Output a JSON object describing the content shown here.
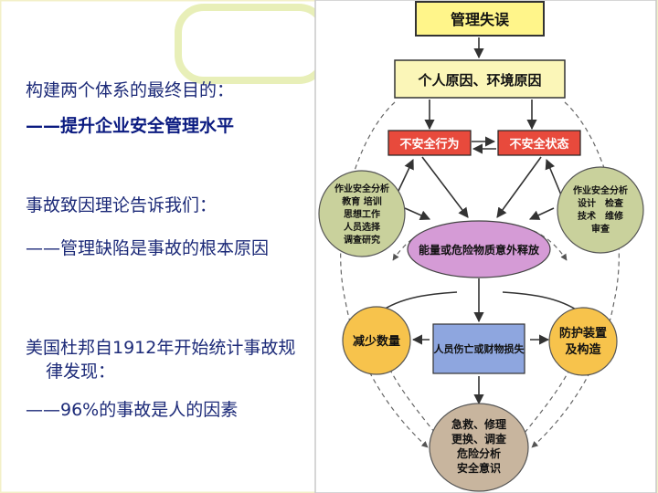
{
  "left_panel": {
    "p1_heading": "构建两个体系的最终目的：",
    "p1_point": "——提升企业安全管理水平",
    "p2_heading": "事故致因理论告诉我们：",
    "p2_point": "——管理缺陷是事故的根本原因",
    "p3_heading_line1": "美国杜邦自1912年开始统计事故规",
    "p3_heading_line2": "律发现：",
    "p3_point": "——96%的事故是人的因素"
  },
  "diagram": {
    "top_box": "管理失误",
    "causes_box": "个人原因、环境原因",
    "unsafe_act": "不安全行为",
    "unsafe_state": "不安全状态",
    "left_circle": [
      "作业安全分析",
      "教育 培训",
      "思想工作",
      "人员选择",
      "调查研究"
    ],
    "right_circle": [
      "作业安全分析",
      "设计　检查",
      "技术　维修",
      "审查"
    ],
    "center_ellipse": "能量或危险物质意外释放",
    "reduce_circle": "减少数量",
    "protect_circle": [
      "防护装置",
      "及构造"
    ],
    "damage_box": "人员伤亡或财物损失",
    "bottom_circle": [
      "急救、修理",
      "更换、调查",
      "危险分析",
      "安全意识"
    ]
  },
  "colors": {
    "yellow_box": "#fff58a",
    "causes_box": "#fbf6b8",
    "red_box": "#e84a3c",
    "olive_circle": "#c9d19c",
    "purple_ellipse": "#d59bd6",
    "orange_circle": "#f7c34c",
    "blue_box": "#8ea6df",
    "bottom_circle": "#c8b59e"
  }
}
